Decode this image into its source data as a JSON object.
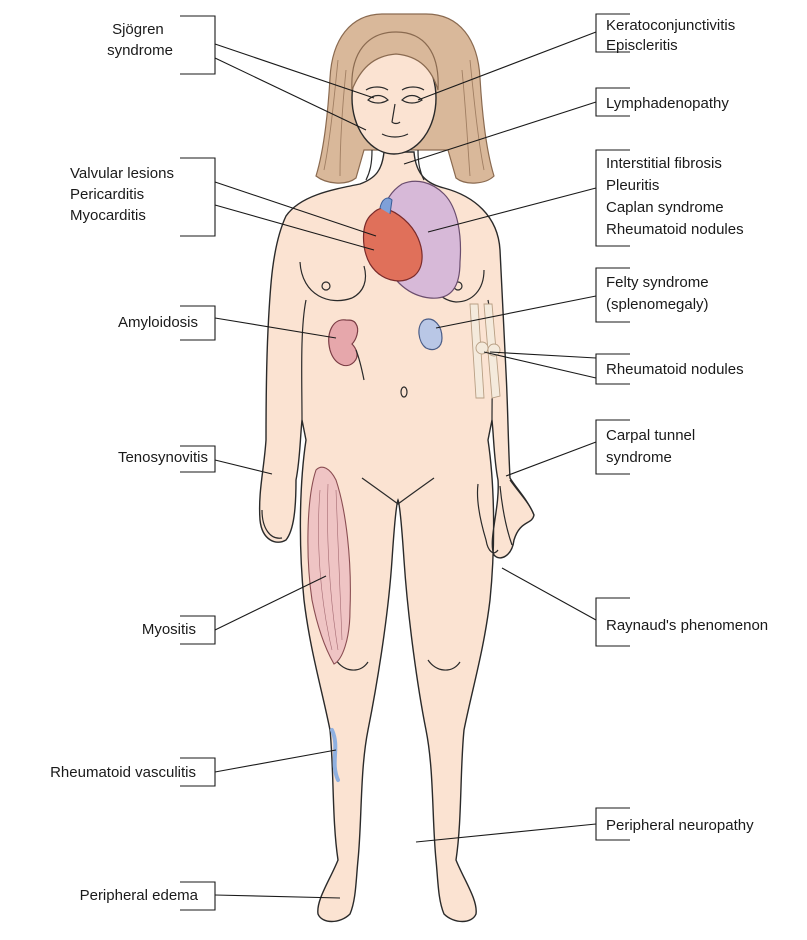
{
  "labels": {
    "sjogren": [
      "Sjögren",
      "syndrome"
    ],
    "valvular": [
      "Valvular lesions",
      "Pericarditis",
      "Myocarditis"
    ],
    "amyloidosis": [
      "Amyloidosis"
    ],
    "tenosynovitis": [
      "Tenosynovitis"
    ],
    "myositis": [
      "Myositis"
    ],
    "vasculitis": [
      "Rheumatoid vasculitis"
    ],
    "edema": [
      "Peripheral edema"
    ],
    "kerato": [
      "Keratoconjunctivitis",
      "Episcleritis"
    ],
    "lymph": [
      "Lymphadenopathy"
    ],
    "lung": [
      "Interstitial fibrosis",
      "Pleuritis",
      "Caplan syndrome",
      "Rheumatoid nodules"
    ],
    "felty": [
      "Felty syndrome",
      "(splenomegaly)"
    ],
    "nodules": [
      "Rheumatoid nodules"
    ],
    "carpal": [
      "Carpal tunnel",
      "syndrome"
    ],
    "raynaud": [
      "Raynaud's phenomenon"
    ],
    "neuropathy": [
      "Peripheral neuropathy"
    ]
  }
}
